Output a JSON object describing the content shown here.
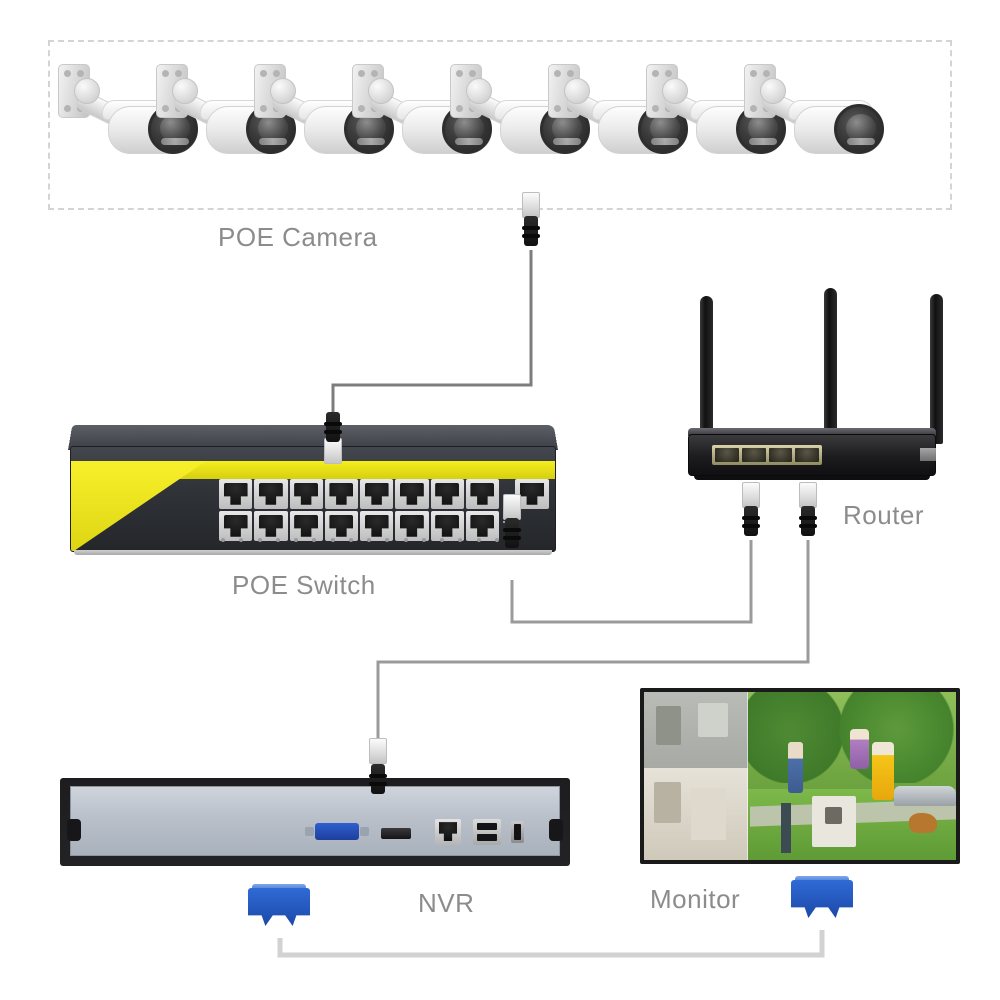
{
  "diagram": {
    "title": "POE Camera System Connection Diagram",
    "background": "#ffffff",
    "label_color": "#8c8c8c"
  },
  "labels": {
    "poe_camera": "POE Camera",
    "poe_switch": "POE Switch",
    "router": "Router",
    "nvr": "NVR",
    "monitor": "Monitor"
  },
  "devices": {
    "cameras": {
      "name": "POE Camera",
      "count": 8,
      "style": "white bullet camera with wall bracket",
      "body_color": "#ececec",
      "lens_color": "#2a2a2a",
      "grouped_in_dashed_box": true
    },
    "switch": {
      "name": "POE Switch",
      "port_count": 16,
      "port_rows": 2,
      "ports_per_row": 8,
      "uplink_ports": 1,
      "accent_color": "#f5ee20",
      "chassis_color": "#303338"
    },
    "router": {
      "name": "Router",
      "antenna_count": 3,
      "lan_port_count": 4,
      "chassis_color": "#1c1c1e",
      "connected_cables": 2
    },
    "nvr": {
      "name": "NVR",
      "panel_color": "#b9c0ca",
      "ports": [
        "VGA",
        "HDMI",
        "Ethernet",
        "USB",
        "AUX"
      ],
      "vga_color": "#1d3f9c"
    },
    "monitor": {
      "name": "Monitor",
      "display_mode": "multi-channel live view",
      "bezel_color": "#1a1a1a",
      "vga_cable_color": "#2f6fd0"
    }
  },
  "cables": {
    "color": "#7d7d7d",
    "vga_color": "#c8c8c8",
    "connections": [
      {
        "from": "POE Camera",
        "to": "POE Switch",
        "type": "ethernet"
      },
      {
        "from": "POE Switch",
        "to": "Router",
        "type": "ethernet"
      },
      {
        "from": "Router",
        "to": "NVR",
        "type": "ethernet"
      },
      {
        "from": "NVR",
        "to": "Monitor",
        "type": "vga"
      }
    ]
  }
}
